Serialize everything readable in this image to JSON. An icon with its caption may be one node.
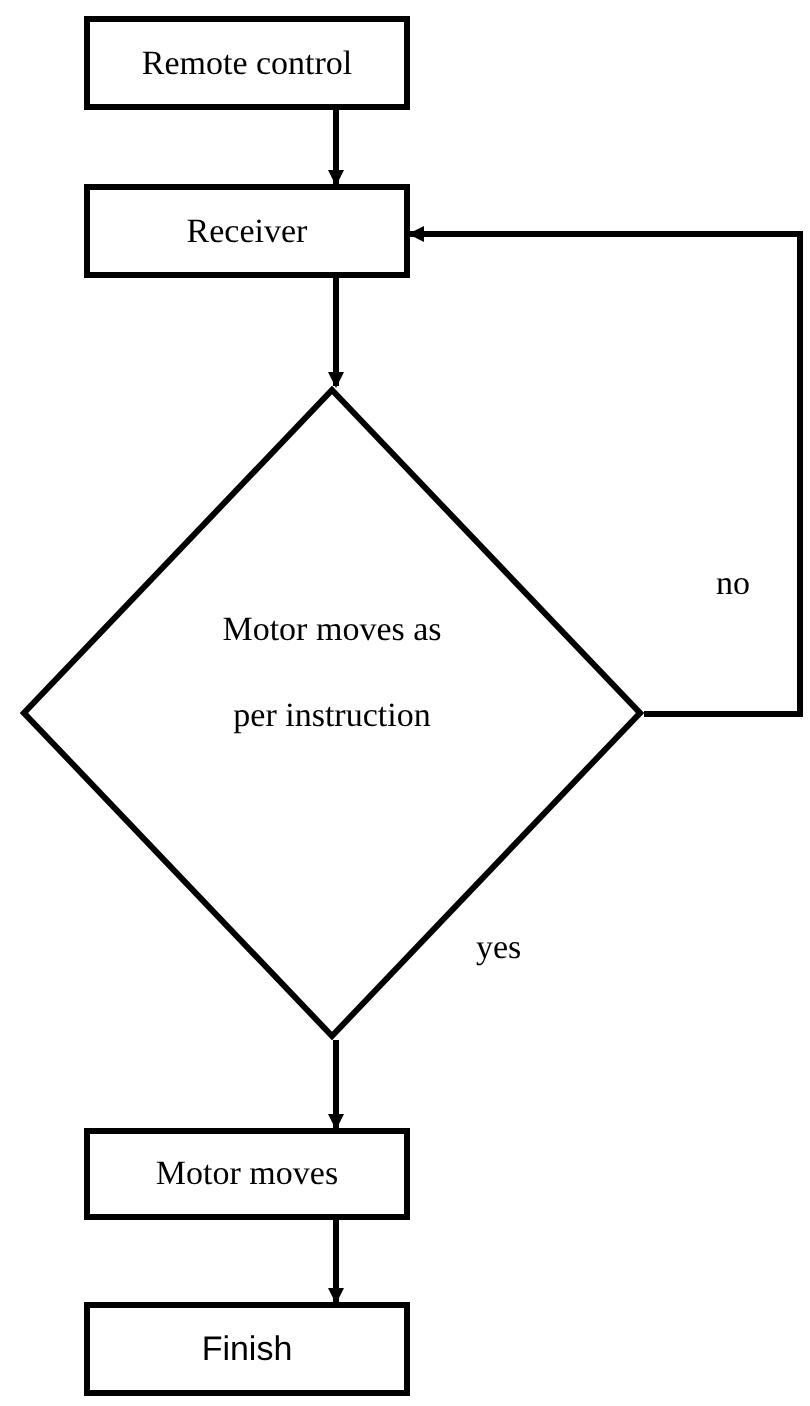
{
  "diagram": {
    "nodes": [
      {
        "text": [
          "Remote control"
        ]
      },
      {
        "text": [
          "Receiver"
        ]
      },
      {
        "text": [
          "Motor moves as per instruction"
        ]
      },
      {
        "text": [
          "Motor moves"
        ]
      },
      {
        "text": [
          "Finish"
        ]
      }
    ],
    "edges": [
      {
        "from": 0,
        "to": 1,
        "arrow": "to"
      },
      {
        "from": 1,
        "to": 2,
        "arrow": "to"
      },
      {
        "from": 2,
        "to": 1,
        "arrow": "to",
        "label": "no"
      },
      {
        "from": 2,
        "to": 3,
        "arrow": "to",
        "label": "yes"
      },
      {
        "from": 3,
        "to": 4,
        "arrow": "to"
      }
    ]
  }
}
